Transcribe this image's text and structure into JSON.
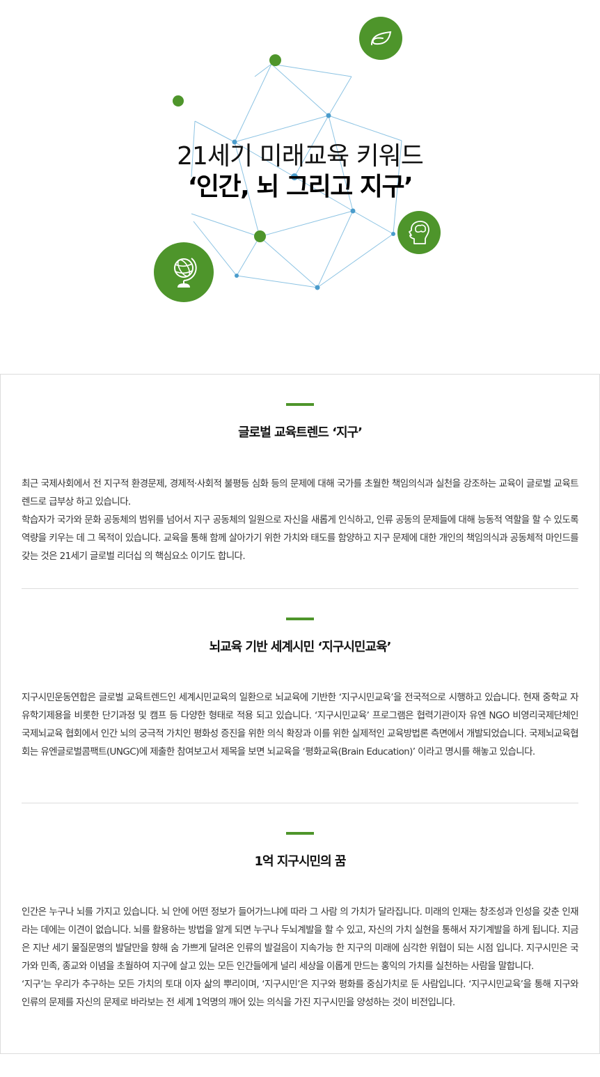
{
  "hero": {
    "title_line1": "21세기 미래교육 키워드",
    "title_line2": "‘인간, 뇌 그리고 지구’",
    "icons": [
      "leaf-icon",
      "brain-head-icon",
      "globe-icon"
    ],
    "colors": {
      "accent_green": "#4e952b",
      "network_line": "#8cc3e3",
      "network_node": "#4a9ccc"
    }
  },
  "sections": [
    {
      "title": "글로벌 교육트렌드 ‘지구’",
      "paragraphs": [
        "최근 국제사회에서 전 지구적 환경문제, 경제적·사회적 불평등 심화 등의 문제에 대해 국가를 초월한 책임의식과 실천을 강조하는 교육이 글로벌 교육트렌드로 급부상 하고 있습니다.",
        "학습자가 국가와 문화 공동체의 범위를 넘어서 지구 공동체의 일원으로 자신을 새롭게 인식하고, 인류 공동의 문제들에 대해 능동적 역할을 할 수 있도록 역량을 키우는 데 그 목적이 있습니다. 교육을 통해 함께 살아가기 위한 가치와 태도를 함양하고 지구 문제에 대한 개인의 책임의식과 공동체적 마인드를 갖는 것은 21세기 글로벌 리더십 의 핵심요소 이기도 합니다."
      ]
    },
    {
      "title": "뇌교육 기반 세계시민 ‘지구시민교육’",
      "paragraphs": [
        "지구시민운동연합은 글로벌 교육트렌드인 세계시민교육의 일환으로 뇌교육에 기반한 ‘지구시민교육’을 전국적으로 시행하고 있습니다. 현재 중학교 자유학기제용을 비롯한 단기과정 및 캠프 등 다양한 형태로 적용 되고 있습니다. ‘지구시민교육’ 프로그램은 협력기관이자 유엔 NGO 비영리국제단체인 국제뇌교육 협회에서 인간 뇌의 궁극적 가치인 평화성 증진을 위한 의식 확장과 이를 위한 실제적인 교육방법론 측면에서 개발되었습니다. 국제뇌교육협회는 유엔글로벌콤팩트(UNGC)에 제출한 참여보고서 제목을 보면 뇌교육을 ‘평화교육(Brain Education)’ 이라고 명시를 해놓고 있습니다."
      ]
    },
    {
      "title": "1억 지구시민의 꿈",
      "paragraphs": [
        "인간은 누구나 뇌를 가지고 있습니다. 뇌 안에 어떤 정보가 들어가느냐에 따라 그 사람 의 가치가 달라집니다. 미래의 인재는 창조성과 인성을 갖춘 인재라는 데에는 이견이 없습니다. 뇌를 활용하는 방법을 알게 되면 누구나 두뇌계발을 할 수 있고, 자신의 가치 실현을 통해서 자기계발을 하게 됩니다. 지금은 지난 세기 물질문명의 발달만을 향해 숨 가쁘게 달려온 인류의 발걸음이 지속가능 한 지구의 미래에 심각한 위협이 되는 시점 입니다. 지구시민은 국가와 민족, 종교와 이념을 초월하여 지구에 살고 있는 모든 인간들에게 널리 세상을 이롭게 만드는 홍익의 가치를 실천하는 사람을 말합니다.",
        "‘지구’는 우리가 추구하는 모든 가치의 토대 이자 삶의 뿌리이며, ‘지구시민’은 지구와 평화를 중심가치로 둔 사람입니다. ‘지구시민교육’을 통해 지구와 인류의 문제를 자신의 문제로 바라보는 전 세계 1억명의 깨어 있는 의식을 가진 지구시민을 양성하는 것이 비전입니다."
      ]
    }
  ]
}
